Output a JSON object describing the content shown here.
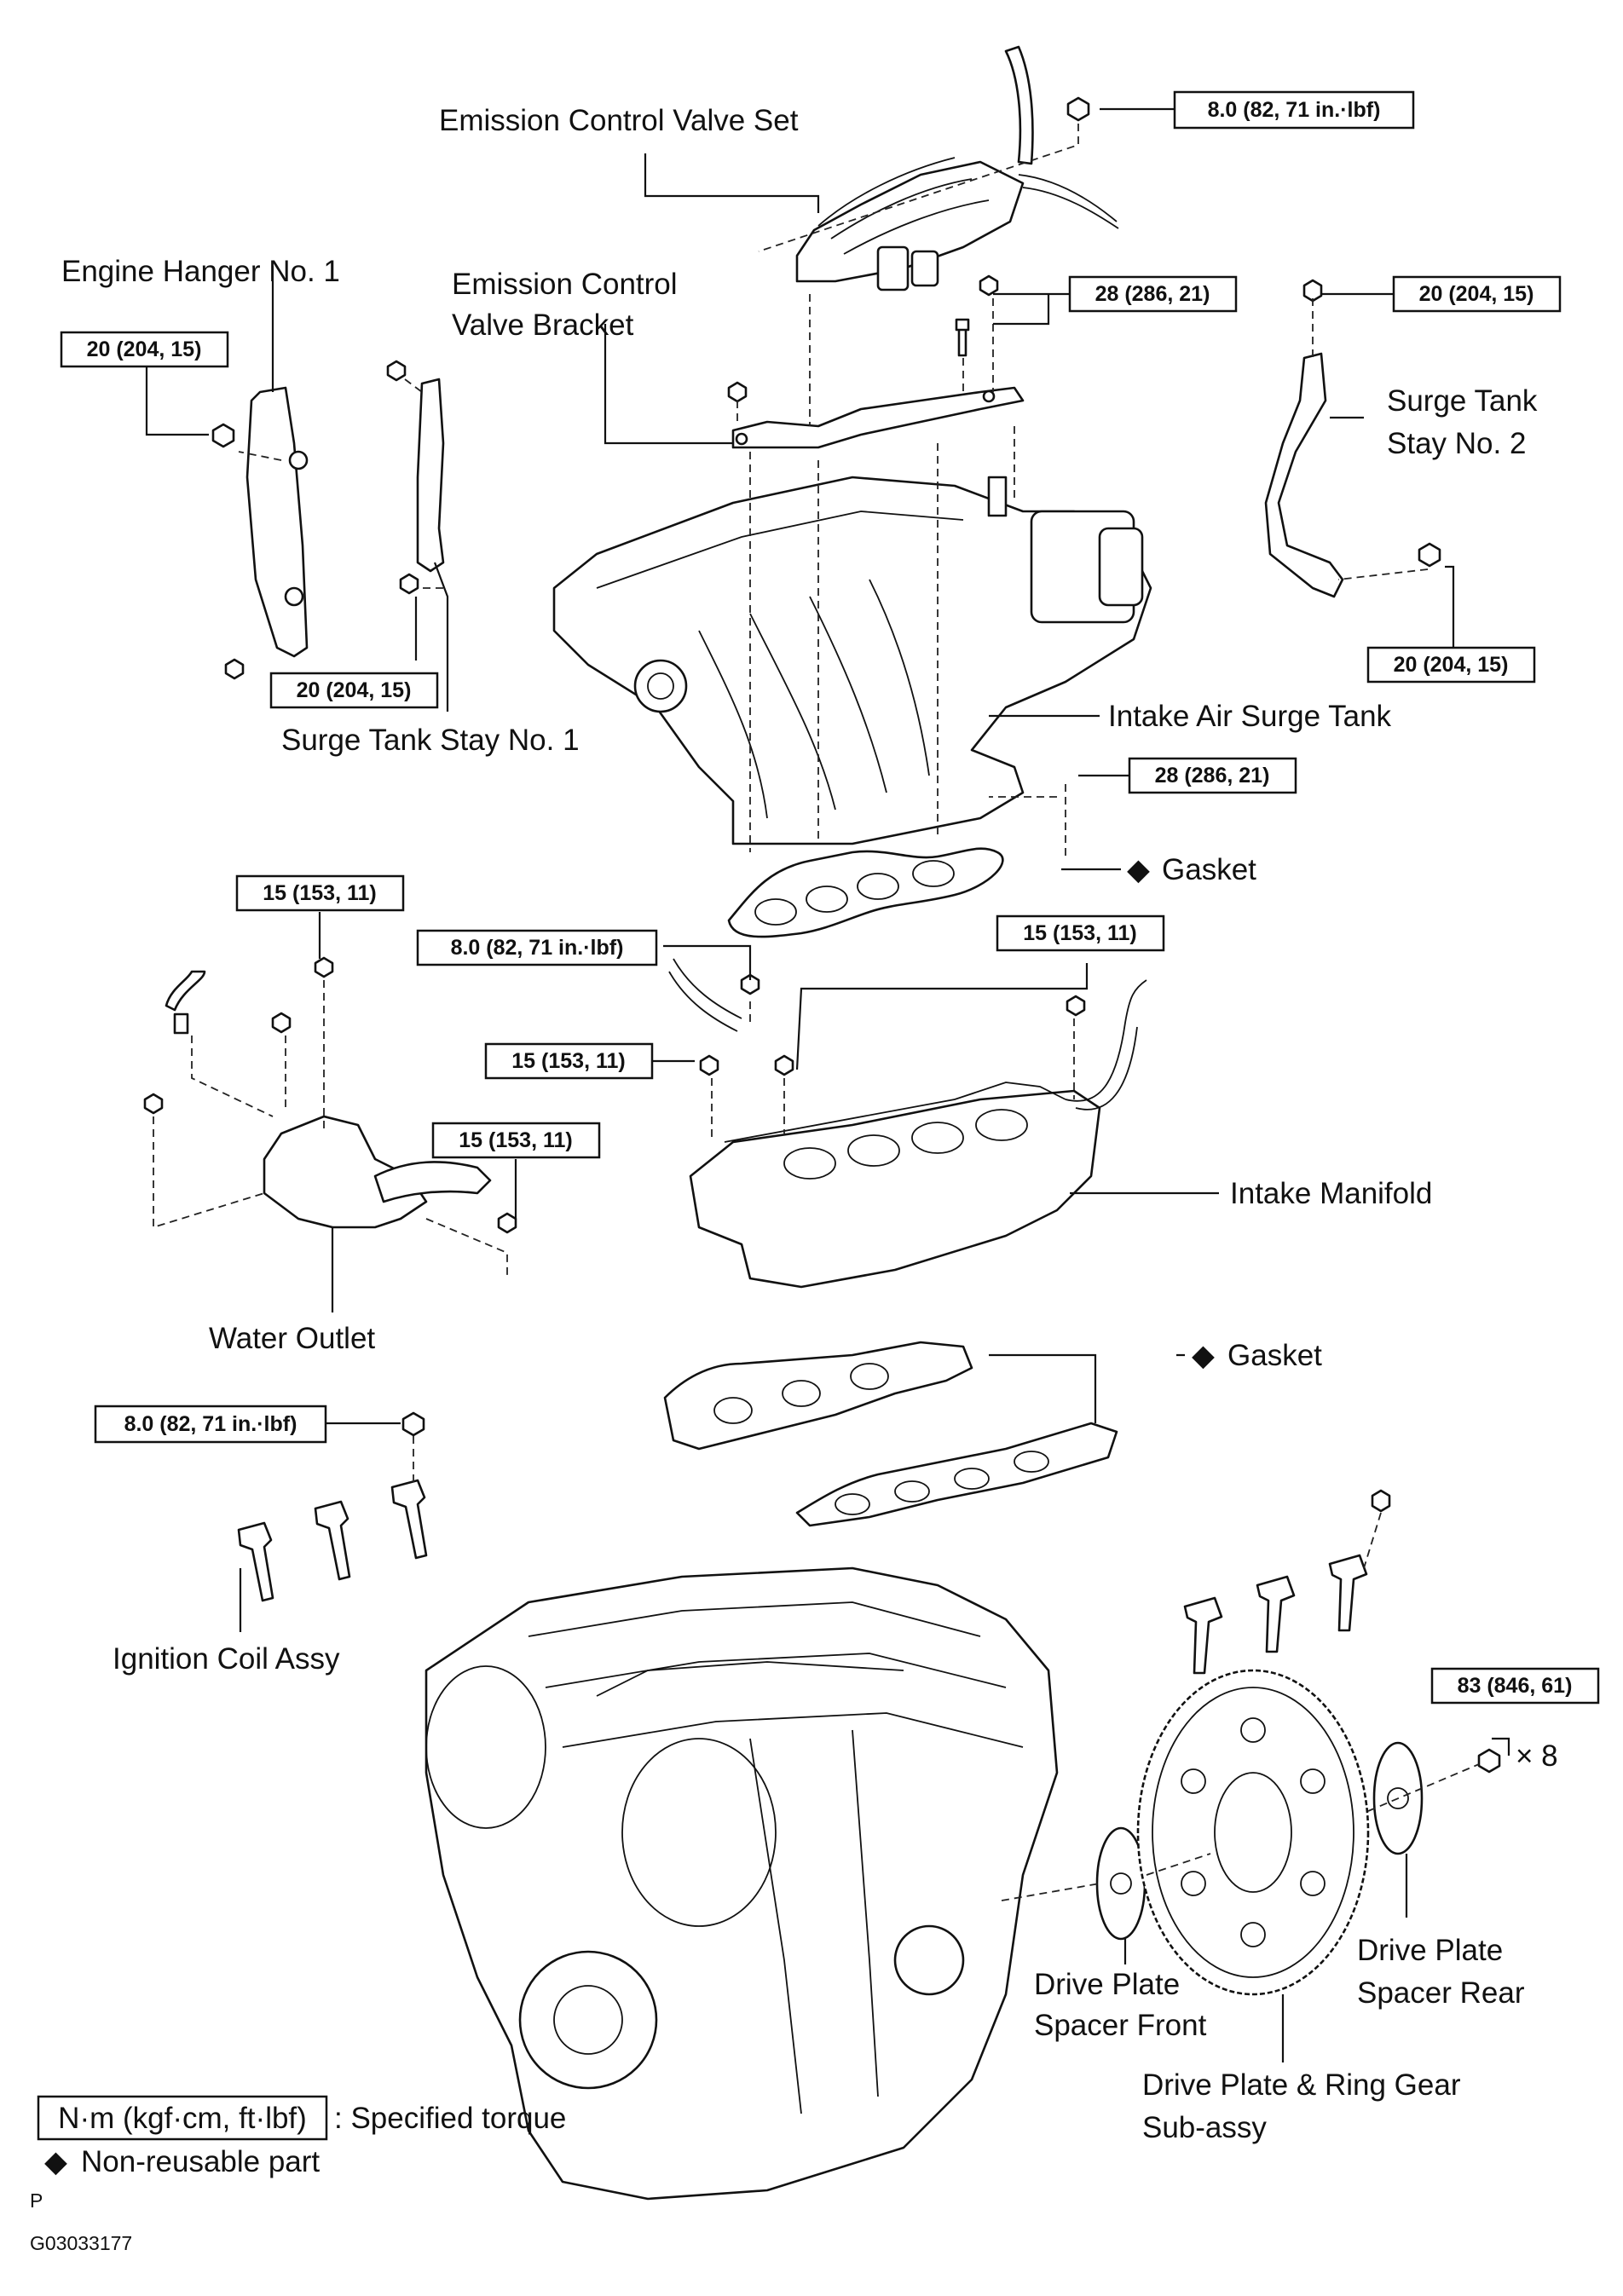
{
  "labels": {
    "emission_valve_set": "Emission Control Valve Set",
    "engine_hanger_1": "Engine Hanger No. 1",
    "emission_bracket_line1": "Emission Control",
    "emission_bracket_line2": "Valve Bracket",
    "surge_stay_2_line1": "Surge Tank",
    "surge_stay_2_line2": "Stay No. 2",
    "surge_stay_1": "Surge Tank Stay No. 1",
    "intake_surge_tank": "Intake Air Surge Tank",
    "gasket_upper": "Gasket",
    "intake_manifold": "Intake Manifold",
    "water_outlet": "Water Outlet",
    "gasket_lower": "Gasket",
    "ignition_coil": "Ignition Coil Assy",
    "spacer_front_line1": "Drive Plate",
    "spacer_front_line2": "Spacer Front",
    "spacer_rear_line1": "Drive Plate",
    "spacer_rear_line2": "Spacer Rear",
    "ring_gear_line1": "Drive Plate & Ring Gear",
    "ring_gear_line2": "Sub-assy",
    "times_8": "× 8"
  },
  "torques": {
    "t1": "8.0 (82, 71 in.·lbf)",
    "t2": "28 (286, 21)",
    "t3": "20 (204, 15)",
    "t4": "20 (204, 15)",
    "t5": "20 (204, 15)",
    "t6": "20 (204, 15)",
    "t7": "28 (286, 21)",
    "t8": "15 (153, 11)",
    "t9": "8.0 (82, 71 in.·lbf)",
    "t10": "15 (153, 11)",
    "t11": "15 (153, 11)",
    "t12": "15 (153, 11)",
    "t13": "8.0 (82, 71 in.·lbf)",
    "t14": "83 (846, 61)"
  },
  "legend": {
    "torque_box": "N·m (kgf·cm, ft·lbf)",
    "torque_desc": ": Specified torque",
    "nonreusable_symbol": "◆",
    "nonreusable_desc": "Non-reusable part"
  },
  "footer": {
    "code_p": "P",
    "figure_id": "G03033177"
  },
  "symbols": {
    "diamond": "◆"
  }
}
